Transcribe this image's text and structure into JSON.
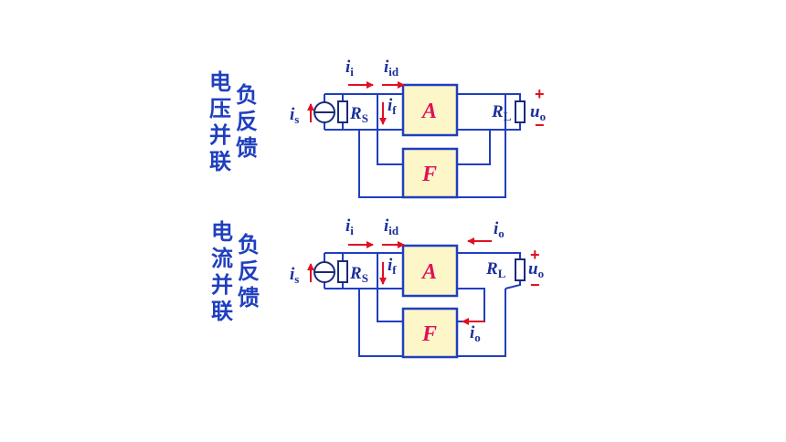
{
  "diagrams": [
    {
      "title_col1": [
        "电",
        "压",
        "并",
        "联"
      ],
      "title_col2": [
        "负",
        "反",
        "馈"
      ],
      "labels": {
        "is": {
          "main": "i",
          "sub": "s"
        },
        "ii": {
          "main": "i",
          "sub": "i"
        },
        "iid": {
          "main": "i",
          "sub": "id"
        },
        "if": {
          "main": "i",
          "sub": "f"
        },
        "rs": {
          "main": "R",
          "sub": "S"
        },
        "rl": {
          "main": "R",
          "sub": "L"
        },
        "uo": {
          "main": "u",
          "sub": "o"
        },
        "amp": "A",
        "fb": "F",
        "plus": "+",
        "minus": "−"
      }
    },
    {
      "title_col1": [
        "电",
        "流",
        "并",
        "联"
      ],
      "title_col2": [
        "负",
        "反",
        "馈"
      ],
      "labels": {
        "is": {
          "main": "i",
          "sub": "s"
        },
        "ii": {
          "main": "i",
          "sub": "i"
        },
        "iid": {
          "main": "i",
          "sub": "id"
        },
        "if": {
          "main": "i",
          "sub": "f"
        },
        "io_top": {
          "main": "i",
          "sub": "o"
        },
        "io_bottom": {
          "main": "i",
          "sub": "o"
        },
        "rs": {
          "main": "R",
          "sub": "S"
        },
        "rl": {
          "main": "R",
          "sub": "L"
        },
        "uo": {
          "main": "u",
          "sub": "o"
        },
        "amp": "A",
        "fb": "F",
        "plus": "+",
        "minus": "−"
      }
    }
  ]
}
